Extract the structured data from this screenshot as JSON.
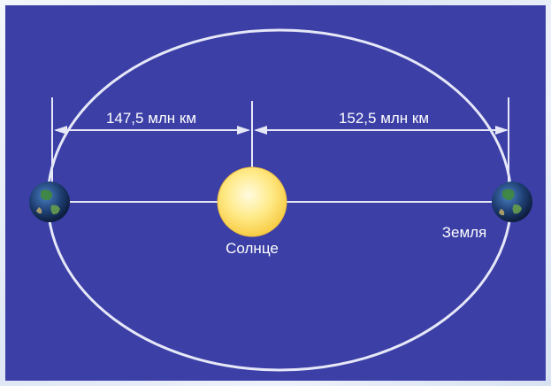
{
  "diagram": {
    "left_distance_label": "147,5 млн км",
    "right_distance_label": "152,5 млн км",
    "sun_label": "Солнце",
    "earth_label": "Земля",
    "colors": {
      "background": "#3b3fa6",
      "orbit": "#e6e8f8",
      "sun": "#ffe680",
      "earth": "#1f4f8a"
    },
    "icons": [
      "sun-icon",
      "earth-icon",
      "earth-icon"
    ]
  }
}
